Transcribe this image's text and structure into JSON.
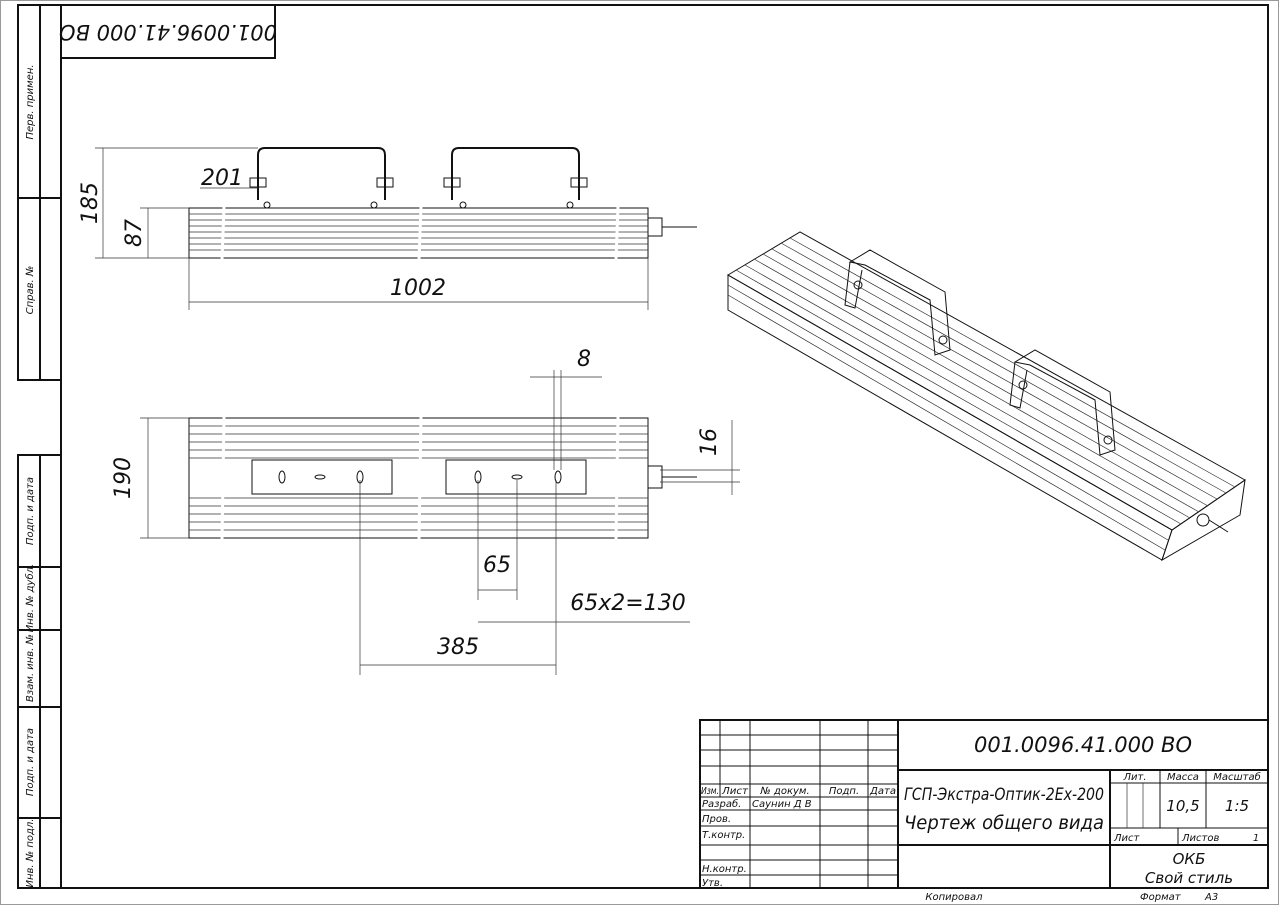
{
  "document_code": "001.0096.41.000 ВО",
  "stamp_code": "001.0096.41.000 ВО",
  "left_strip": {
    "perv_primen": "Перв. примен.",
    "sprav_no": "Справ. №",
    "podp_data_1": "Подп. и дата",
    "inv_dubl": "Инв. № дубл.",
    "vzam_inv": "Взам. инв. №",
    "podp_data_2": "Подп. и дата",
    "inv_podl": "Инв. № подл."
  },
  "dimensions": {
    "d185": "185",
    "d87": "87",
    "d201": "201",
    "d1002": "1002",
    "d190": "190",
    "d8": "8",
    "d16": "16",
    "d65": "65",
    "d130": "65x2=130",
    "d385": "385"
  },
  "title_block": {
    "headers": {
      "izm": "Изм.",
      "list": "Лист",
      "doc_no": "№ докум.",
      "podp": "Подп.",
      "data": "Дата"
    },
    "roles": {
      "razrab": "Разраб.",
      "prov": "Пров.",
      "t_kontr": "Т.контр.",
      "n_kontr": "Н.контр.",
      "utv": "Утв."
    },
    "developer": "Саунин Д В",
    "product_name": "ГСП-Экстра-Оптик-2Ex-200",
    "drawing_type": "Чертеж общего вида",
    "lit_label": "Лит.",
    "mass_label": "Масса",
    "scale_label": "Масштаб",
    "mass": "10,5",
    "scale": "1:5",
    "sheet_label": "Лист",
    "sheets_label": "Листов",
    "sheets": "1",
    "org1": "ОКБ",
    "org2": "Свой стиль",
    "copied": "Копировал",
    "format_label": "Формат",
    "format": "А3"
  }
}
